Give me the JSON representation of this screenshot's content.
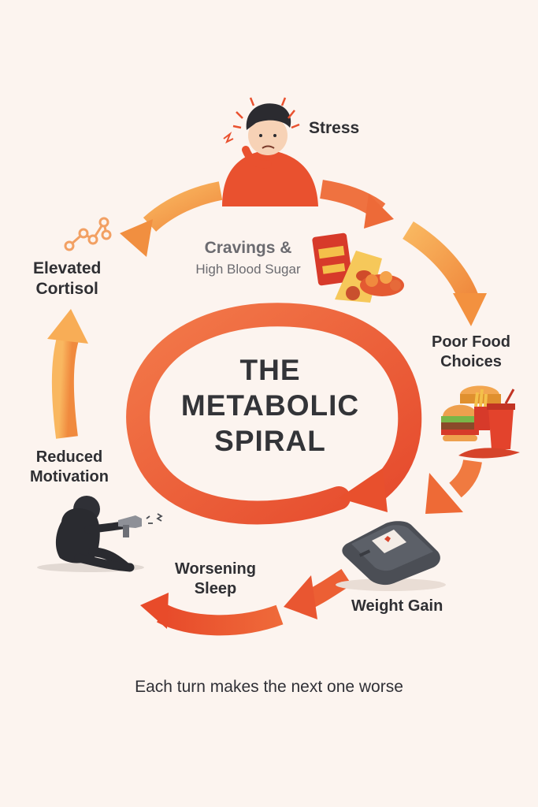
{
  "diagram": {
    "title_lines": [
      "THE",
      "METABOLIC",
      "SPIRAL"
    ],
    "caption": "Each turn makes the next one worse",
    "steps": [
      {
        "id": "stress",
        "lines": [
          "Stress"
        ],
        "icon": "stressed-man-icon"
      },
      {
        "id": "cravings",
        "lines": [
          "Cravings &",
          "High Blood Sugar"
        ],
        "icon": "junk-food-snacks-icon"
      },
      {
        "id": "poor-food",
        "lines": [
          "Poor Food",
          "Choices"
        ],
        "icon": "burger-fries-soda-icon"
      },
      {
        "id": "weight-gain",
        "lines": [
          "Weight Gain"
        ],
        "icon": "bathroom-scale-icon"
      },
      {
        "id": "worsening-sleep",
        "lines": [
          "Worsening",
          "Sleep"
        ],
        "icon": ""
      },
      {
        "id": "reduced-motivation",
        "lines": [
          "Reduced",
          "Motivation"
        ],
        "icon": "sitting-person-slumped-icon"
      },
      {
        "id": "elevated-cortisol",
        "lines": [
          "Elevated",
          "Cortisol"
        ],
        "icon": "molecule-icon"
      }
    ],
    "colors": {
      "background": "#fcf4ef",
      "arrow_light": "#f7b35a",
      "arrow_dark": "#ea5530",
      "text": "#2f2f33"
    }
  }
}
